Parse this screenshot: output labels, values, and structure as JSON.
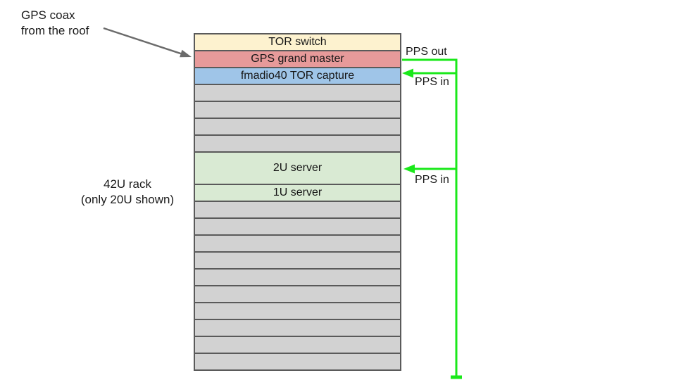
{
  "diagram": {
    "coax_label": {
      "line1": "GPS coax",
      "line2": "from the roof"
    },
    "rack_label": {
      "line1": "42U rack",
      "line2": "(only 20U shown)"
    },
    "pps_out_label": "PPS out",
    "pps_in_label_1": "PPS in",
    "pps_in_label_2": "PPS in"
  },
  "rack": {
    "units": [
      {
        "label": "TOR switch",
        "u": 1,
        "color": "#fdf2cf"
      },
      {
        "label": "GPS grand master",
        "u": 1,
        "color": "#e79a9a"
      },
      {
        "label": "fmadio40 TOR capture",
        "u": 1,
        "color": "#9fc5e8"
      },
      {
        "label": "",
        "u": 1,
        "color": "#d2d2d2"
      },
      {
        "label": "",
        "u": 1,
        "color": "#d2d2d2"
      },
      {
        "label": "",
        "u": 1,
        "color": "#d2d2d2"
      },
      {
        "label": "",
        "u": 1,
        "color": "#d2d2d2"
      },
      {
        "label": "2U server",
        "u": 2,
        "color": "#d9ead3"
      },
      {
        "label": "1U server",
        "u": 1,
        "color": "#d9ead3"
      },
      {
        "label": "",
        "u": 1,
        "color": "#d2d2d2"
      },
      {
        "label": "",
        "u": 1,
        "color": "#d2d2d2"
      },
      {
        "label": "",
        "u": 1,
        "color": "#d2d2d2"
      },
      {
        "label": "",
        "u": 1,
        "color": "#d2d2d2"
      },
      {
        "label": "",
        "u": 1,
        "color": "#d2d2d2"
      },
      {
        "label": "",
        "u": 1,
        "color": "#d2d2d2"
      },
      {
        "label": "",
        "u": 1,
        "color": "#d2d2d2"
      },
      {
        "label": "",
        "u": 1,
        "color": "#d2d2d2"
      },
      {
        "label": "",
        "u": 1,
        "color": "#d2d2d2"
      },
      {
        "label": "",
        "u": 1,
        "color": "#d2d2d2"
      }
    ]
  },
  "colors": {
    "connector_green": "#1ae81a",
    "arrow_gray": "#6b6b6b",
    "rack_border": "#5a5a5a"
  }
}
